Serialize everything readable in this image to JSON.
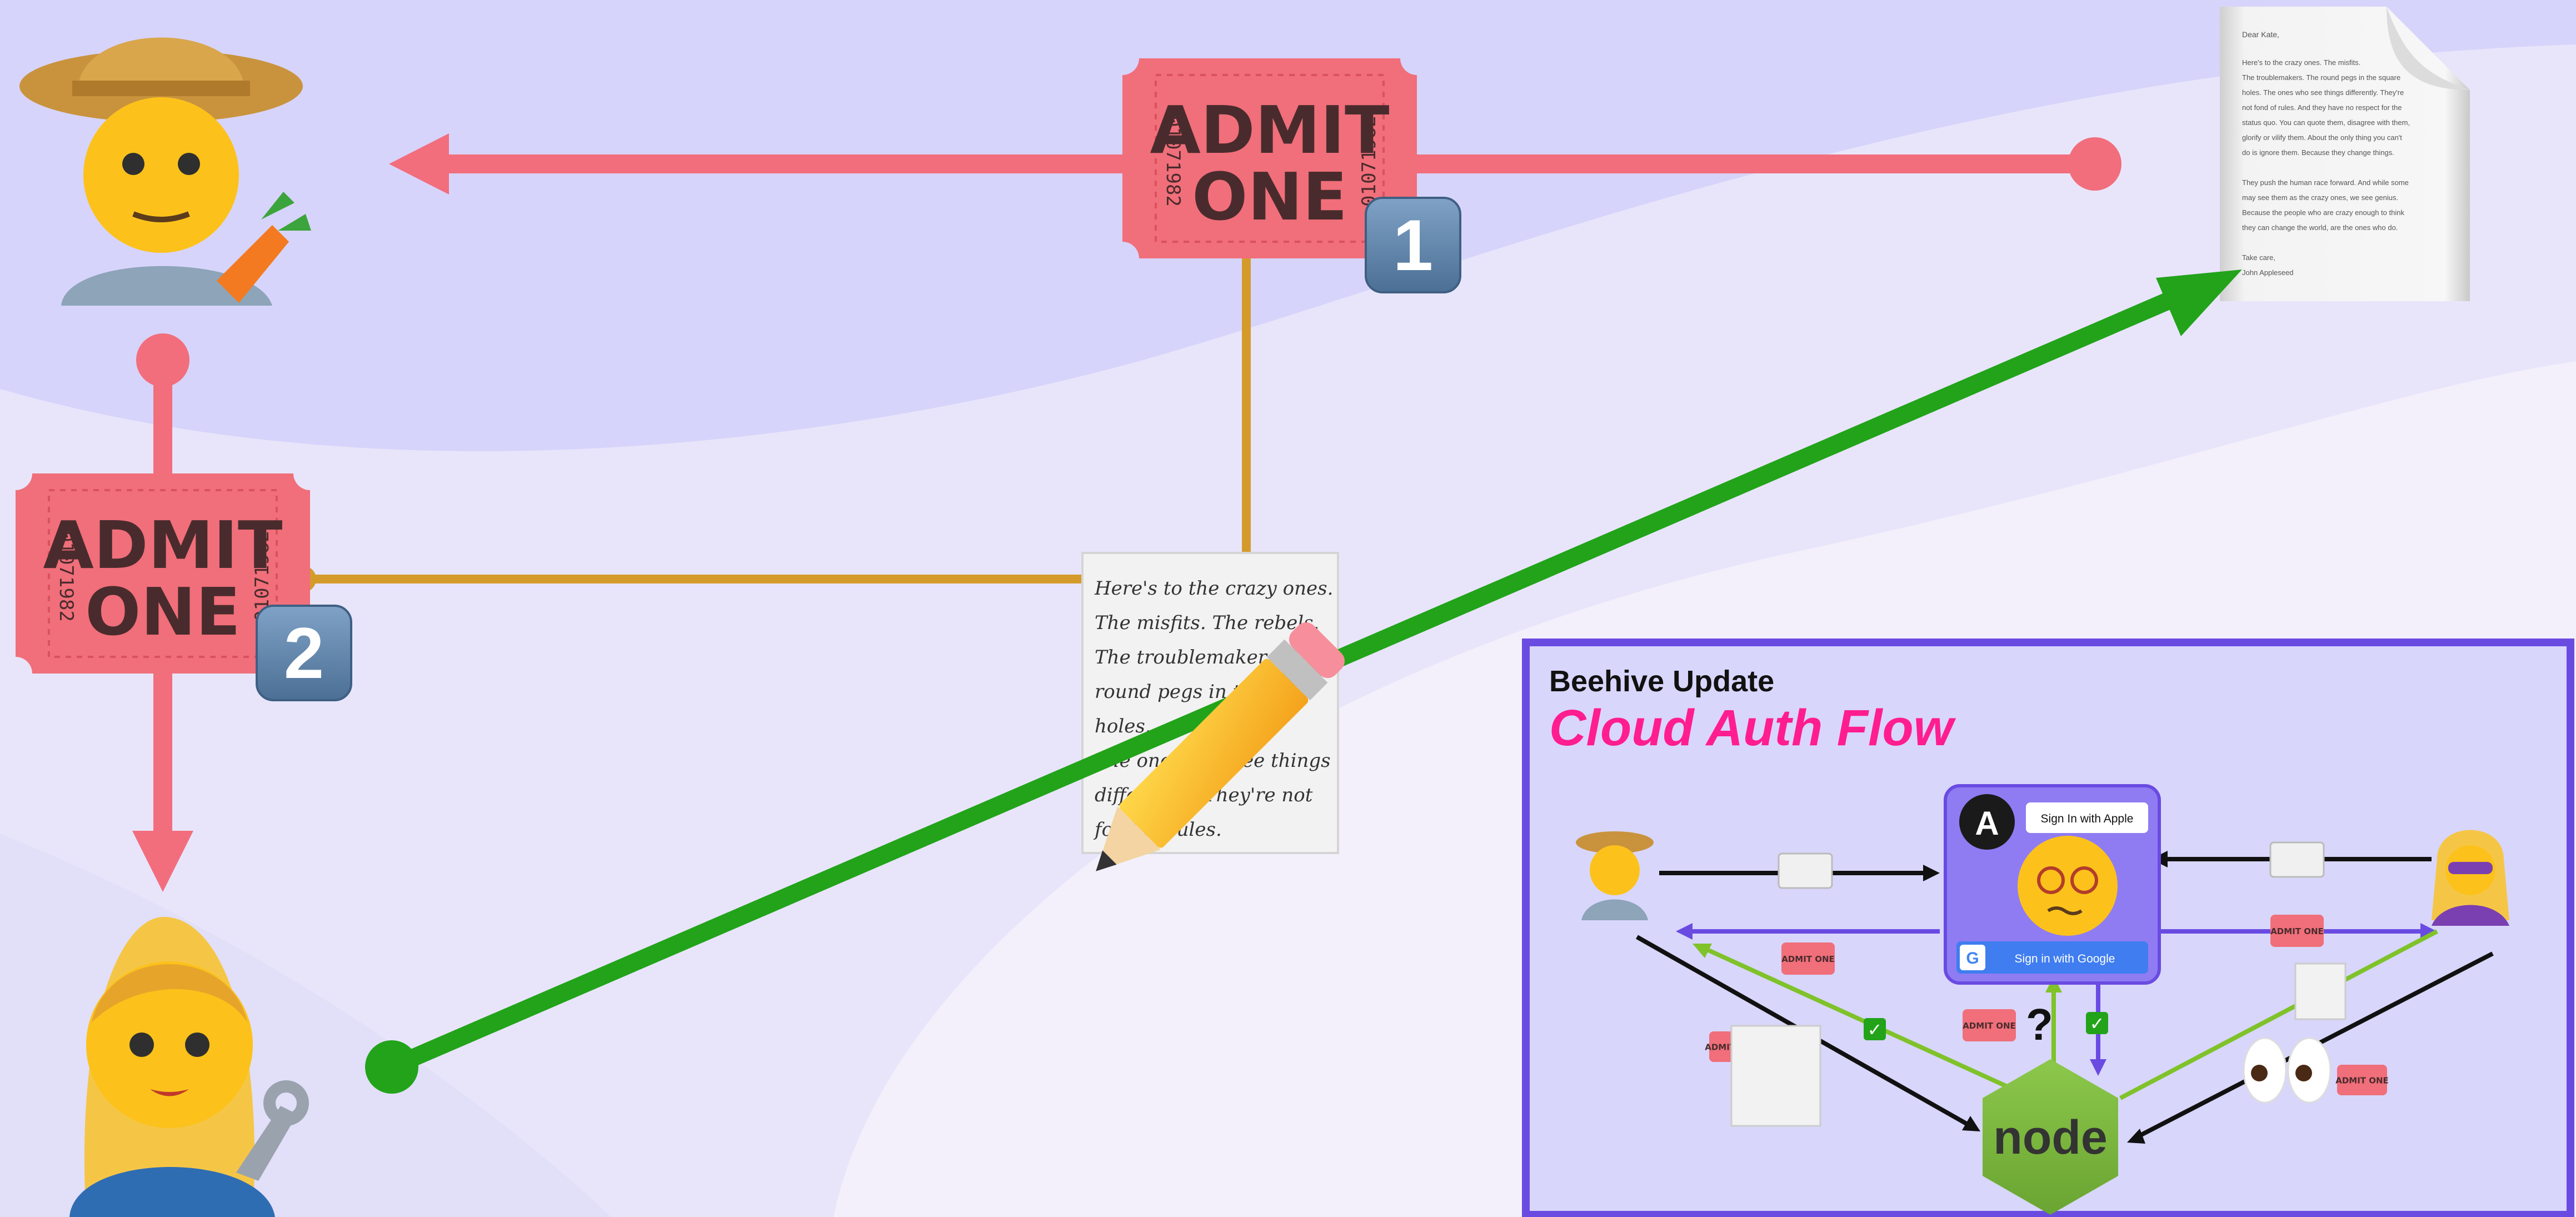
{
  "colors": {
    "background": "#d7d4fb",
    "ticket": "#f06f7a",
    "arrow_red": "#f26e7c",
    "line_gold": "#d49b2b",
    "arrow_green": "#22a31a",
    "badge": "#5b81a8",
    "inset_border": "#6a4be2",
    "inset_sub": "#ff1d8f"
  },
  "ticket_top": {
    "line1": "ADMIT",
    "line2": "ONE",
    "serial": "01071982",
    "badge": "1"
  },
  "ticket_left": {
    "line1": "ADMIT",
    "line2": "ONE",
    "serial": "01071982",
    "badge": "2"
  },
  "letter": {
    "greeting": "Dear Kate,",
    "lines": [
      "Here's to the crazy ones. The misfits.",
      "The troublemakers. The round pegs in the square",
      "holes. The ones who see things differently. They're",
      "not fond of rules. And they have no respect for the",
      "status quo. You can quote them, disagree with them,",
      "glorify or vilify them. About the only thing you can't",
      "do is ignore them. Because they change things.",
      "",
      "They push the human race forward. And while some",
      "may see them as the crazy ones, we see genius.",
      "Because the people who are crazy enough to think",
      "they can change the world, are the ones who do.",
      "",
      "Take care,",
      "John Appleseed"
    ]
  },
  "memo": {
    "lines": [
      "Here's to the crazy ones.",
      "The misfits. The rebels.",
      "The troublemakers. The",
      "round pegs in the",
      "holes.",
      "The ones who see things",
      "differently. They're not",
      "fond of rules."
    ]
  },
  "icons": {
    "farmer": "farmer-emoji",
    "mechanic": "mechanic-emoji",
    "document": "letter-document",
    "memo": "memo-pencil"
  },
  "inset": {
    "title": "Beehive Update",
    "subtitle": "Cloud Auth Flow",
    "apple_button": "Sign In with Apple",
    "google_button": "Sign in with Google",
    "node_label": "node",
    "question": "?",
    "check": "✓",
    "ticket_label": "ADMIT ONE"
  }
}
